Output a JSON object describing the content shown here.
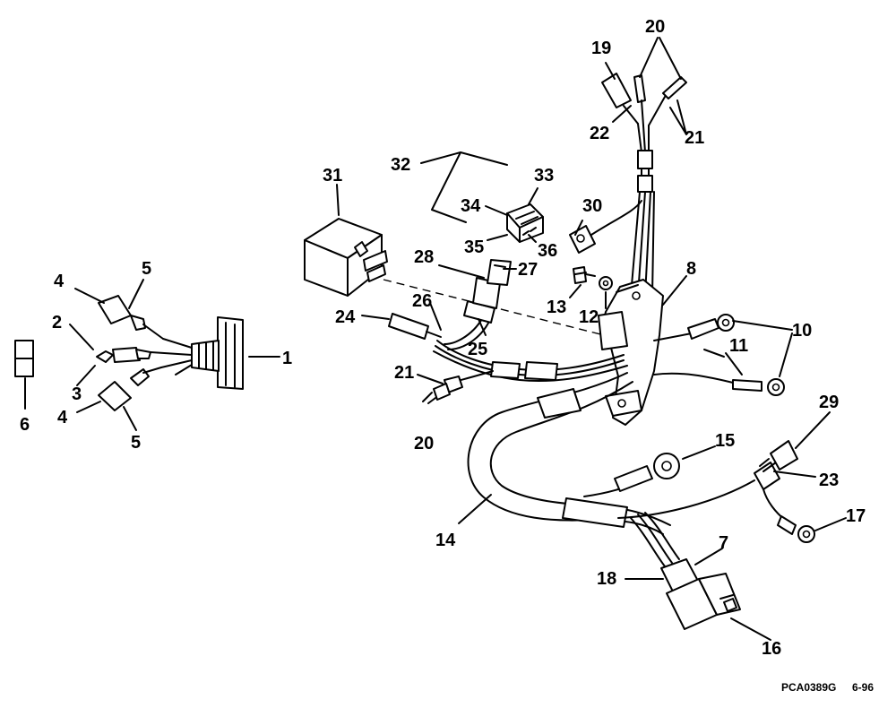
{
  "callouts": [
    "1",
    "2",
    "3",
    "4",
    "4",
    "5",
    "5",
    "6",
    "7",
    "8",
    "10",
    "11",
    "12",
    "13",
    "14",
    "15",
    "16",
    "17",
    "18",
    "19",
    "20",
    "20",
    "21",
    "21",
    "22",
    "23",
    "24",
    "25",
    "26",
    "27",
    "28",
    "29",
    "30",
    "31",
    "32",
    "33",
    "34",
    "35",
    "36"
  ],
  "footer": {
    "drawing_code": "PCA0389G",
    "date_code": "6-96"
  }
}
